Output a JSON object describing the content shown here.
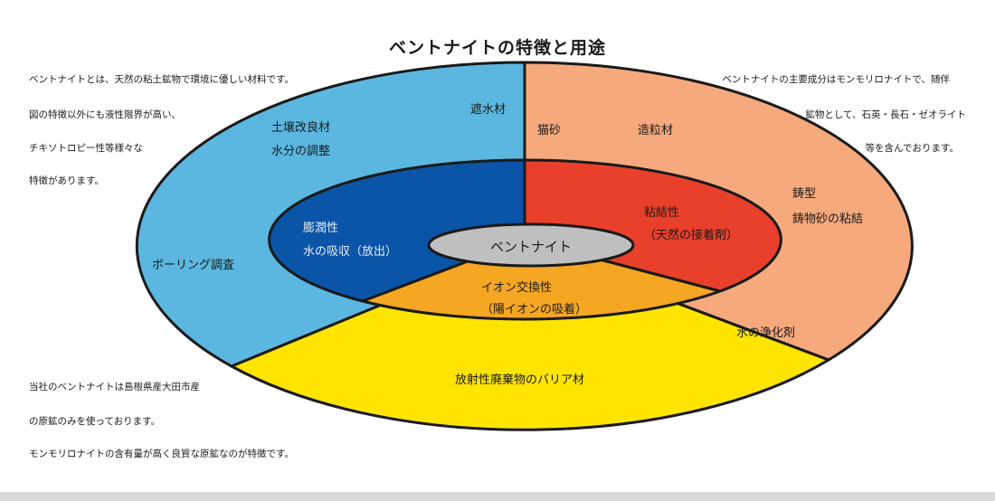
{
  "title": "ベントナイトの特徴と用途",
  "notes": {
    "top_left": [
      "ベントナイトとは、天然の粘土鉱物で環境に優しい材料です。",
      "図の特徴以外にも液性限界が高い、",
      "チキソトロピー性等様々な",
      "特徴があります。"
    ],
    "top_right": [
      "ベントナイトの主要成分はモンモリロナイトで、随伴",
      "鉱物として、石英・長石・ゼオライト",
      "等を含んでおります。"
    ],
    "bottom_left": [
      "当社のベントナイトは島根県産大田市産",
      "の原鉱のみを使っております。",
      "モンモリロナイトの含有量が高く良質な原鉱なのが特徴です。"
    ]
  },
  "center": {
    "label": "ベントナイト"
  },
  "properties": {
    "swelling": {
      "line1": "膨潤性",
      "line2": "水の吸収（放出）"
    },
    "binding": {
      "line1": "粘結性",
      "line2": "（天然の接着剤）"
    },
    "ion_exchange": {
      "line1": "イオン交換性",
      "line2": "（陽イオンの吸着）"
    }
  },
  "uses": {
    "waterproofing": "遮水材",
    "soil_line1": "土壌改良材",
    "soil_line2": "水分の調整",
    "boring": "ボーリング調査",
    "cat_litter": "猫砂",
    "granulation": "造粒材",
    "mold_line1": "鋳型",
    "mold_line2": "鋳物砂の粘結",
    "water_purifier": "水の浄化剤",
    "radioactive_barrier": "放射性廃棄物のバリア材"
  },
  "colors": {
    "outer_left": "#5bb7e0",
    "outer_right": "#f5a97c",
    "outer_bottom": "#ffe400",
    "inner_left": "#0b55a8",
    "inner_right": "#e8402a",
    "inner_bottom": "#f5a623",
    "center": "#bfbfbf"
  }
}
